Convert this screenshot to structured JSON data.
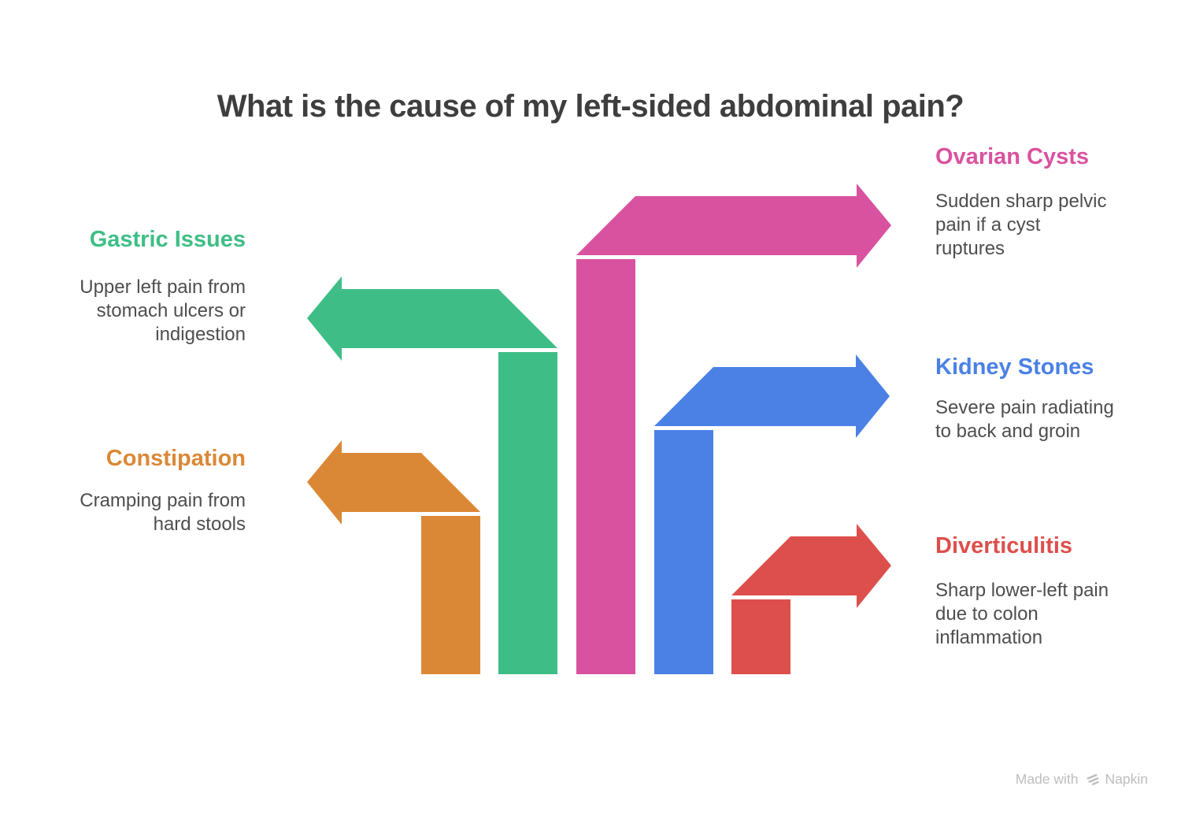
{
  "title": {
    "text": "What is the cause of my left-sided abdominal pain?",
    "color": "#3E3E3E"
  },
  "text": {
    "body_color": "#4E4E4E"
  },
  "sections": [
    {
      "label": "Gastric Issues",
      "color": "#3EBE86",
      "side": "left",
      "arrow_direction": "left",
      "lines": [
        "Upper left pain from",
        "stomach ulcers or",
        "indigestion"
      ]
    },
    {
      "label": "Constipation",
      "color": "#DB8836",
      "side": "left",
      "arrow_direction": "left",
      "lines": [
        "Cramping pain from",
        "hard stools"
      ]
    },
    {
      "label": "Ovarian Cysts",
      "color": "#D9529F",
      "side": "right",
      "arrow_direction": "right",
      "lines": [
        "Sudden sharp pelvic",
        "pain if a cyst",
        "ruptures"
      ]
    },
    {
      "label": "Kidney Stones",
      "color": "#4B81E5",
      "side": "right",
      "arrow_direction": "right",
      "lines": [
        "Severe pain radiating",
        "to back and groin"
      ]
    },
    {
      "label": "Diverticulitis",
      "color": "#DD4F4C",
      "side": "right",
      "arrow_direction": "right",
      "lines": [
        "Sharp lower-left pain",
        "due to colon",
        "inflammation"
      ]
    }
  ],
  "footer": {
    "made_with": "Made with",
    "brand": "Napkin",
    "text_color": "#BDBDBD",
    "logo_icon": "napkin-logo-icon"
  }
}
